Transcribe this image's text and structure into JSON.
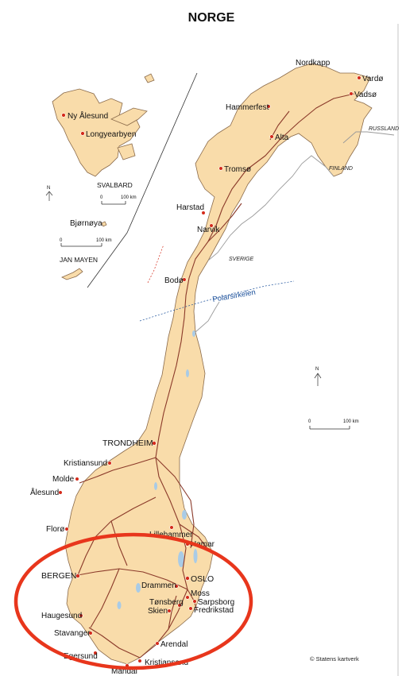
{
  "map": {
    "title": "NORGE",
    "credit": "© Statens kartverk",
    "polar_circle": "Polarsirkelen",
    "north_letter": "N",
    "scale": {
      "zero": "0",
      "hundred": "100 km"
    },
    "inset_scale": {
      "zero": "0",
      "hundred": "100 km"
    },
    "inset2_scale": {
      "zero": "0",
      "hundred": "100 km"
    },
    "countries": {
      "sweden": "SVERIGE",
      "finland": "FINLAND",
      "russia": "RUSSLAND"
    },
    "insets": {
      "svalbard": "SVALBARD",
      "jan_mayen": "JAN MAYEN",
      "bjornoya": "Bjørnøya"
    },
    "svalbard_cities": {
      "ny_alesund": "Ny Ålesund",
      "longyearbyen": "Longyearbyen"
    },
    "cities": {
      "nordkapp": "Nordkapp",
      "vardo": "Vardø",
      "vadso": "Vadsø",
      "hammerfest": "Hammerfest",
      "alta": "Alta",
      "tromso": "Tromsø",
      "harstad": "Harstad",
      "narvik": "Narvik",
      "bodo": "Bodø",
      "trondheim": "TRONDHEIM",
      "kristiansund": "Kristiansund",
      "molde": "Molde",
      "alesund": "Ålesund",
      "floro": "Florø",
      "lillehammer": "Lillehammer",
      "hamar": "Hamar",
      "bergen": "BERGEN",
      "oslo": "OSLO",
      "drammen": "Drammen",
      "moss": "Moss",
      "tonsberg": "Tønsberg",
      "sarpsborg": "Sarpsborg",
      "skien": "Skien",
      "fredrikstad": "Fredrikstad",
      "haugesund": "Haugesund",
      "stavanger": "Stavanger",
      "arendal": "Arendal",
      "egersund": "Egersund",
      "kristiansand": "Kristiansand",
      "mandal": "Mandal"
    },
    "colors": {
      "land": "#f9dcaa",
      "road": "#8b3a2a",
      "city_dot": "#d42a1a",
      "highlight": "#e8361c",
      "polar_line": "#1a4f9a"
    }
  }
}
